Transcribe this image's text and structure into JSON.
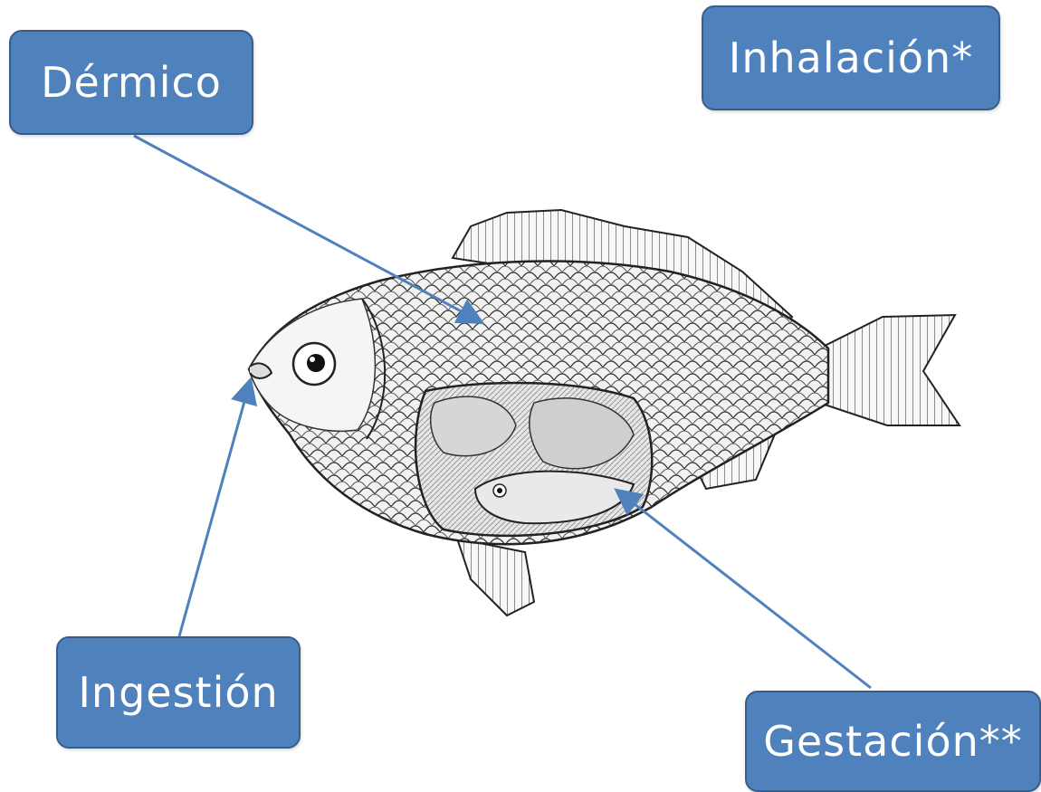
{
  "labels": {
    "dermico": "Dérmico",
    "inhalacion": "Inhalación*",
    "ingestion": "Ingestión",
    "gestacion": "Gestación**"
  },
  "colors": {
    "box_fill": "#4f81bd",
    "box_border": "#385d8a",
    "arrow": "#4f81bd",
    "text": "#ffffff"
  },
  "illustration": "fish-cutaway-with-embryo"
}
